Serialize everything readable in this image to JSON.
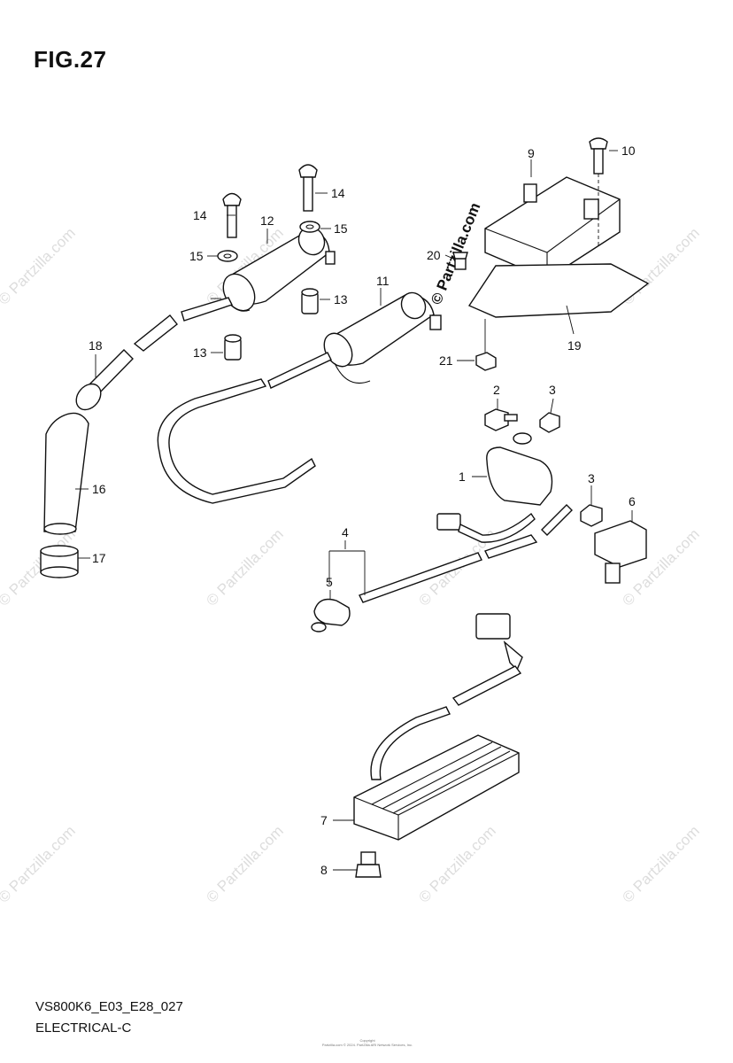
{
  "figure": {
    "title": "FIG.27",
    "code": "VS800K6_E03_E28_027",
    "name": "ELECTRICAL-C",
    "copyright_line1": "Copyright",
    "copyright_line2": "Partzilla.com © 2024. PartZilla ARI Network Services, Inc."
  },
  "watermarks": {
    "text": "© Partzilla.com",
    "center_text": "© Partzilla.com"
  },
  "callouts": {
    "c1": "1",
    "c2": "2",
    "c3a": "3",
    "c3b": "3",
    "c4": "4",
    "c5": "5",
    "c6": "6",
    "c7": "7",
    "c8": "8",
    "c9": "9",
    "c10": "10",
    "c11": "11",
    "c12": "12",
    "c13a": "13",
    "c13b": "13",
    "c14a": "14",
    "c14b": "14",
    "c15a": "15",
    "c15b": "15",
    "c16": "16",
    "c17": "17",
    "c18": "18",
    "c19": "19",
    "c20": "20",
    "c21": "21"
  },
  "parts": [
    {
      "ref": "1",
      "icon": "starter-relay-icon"
    },
    {
      "ref": "2",
      "icon": "bolt-icon"
    },
    {
      "ref": "3",
      "icon": "nut-icon"
    },
    {
      "ref": "4",
      "icon": "wire-harness-icon"
    },
    {
      "ref": "5",
      "icon": "terminal-cap-icon"
    },
    {
      "ref": "6",
      "icon": "relay-cover-icon"
    },
    {
      "ref": "7",
      "icon": "regulator-rectifier-icon"
    },
    {
      "ref": "8",
      "icon": "bolt-icon"
    },
    {
      "ref": "9",
      "icon": "igniter-unit-icon"
    },
    {
      "ref": "10",
      "icon": "screw-icon"
    },
    {
      "ref": "11",
      "icon": "ignition-coil-icon"
    },
    {
      "ref": "12",
      "icon": "ignition-coil-icon"
    },
    {
      "ref": "13",
      "icon": "spacer-icon"
    },
    {
      "ref": "14",
      "icon": "bolt-icon"
    },
    {
      "ref": "15",
      "icon": "washer-icon"
    },
    {
      "ref": "16",
      "icon": "spark-plug-cap-icon"
    },
    {
      "ref": "17",
      "icon": "seal-ring-icon"
    },
    {
      "ref": "18",
      "icon": "plug-cap-icon"
    },
    {
      "ref": "19",
      "icon": "bracket-icon"
    },
    {
      "ref": "20",
      "icon": "screw-icon"
    },
    {
      "ref": "21",
      "icon": "nut-icon"
    }
  ]
}
